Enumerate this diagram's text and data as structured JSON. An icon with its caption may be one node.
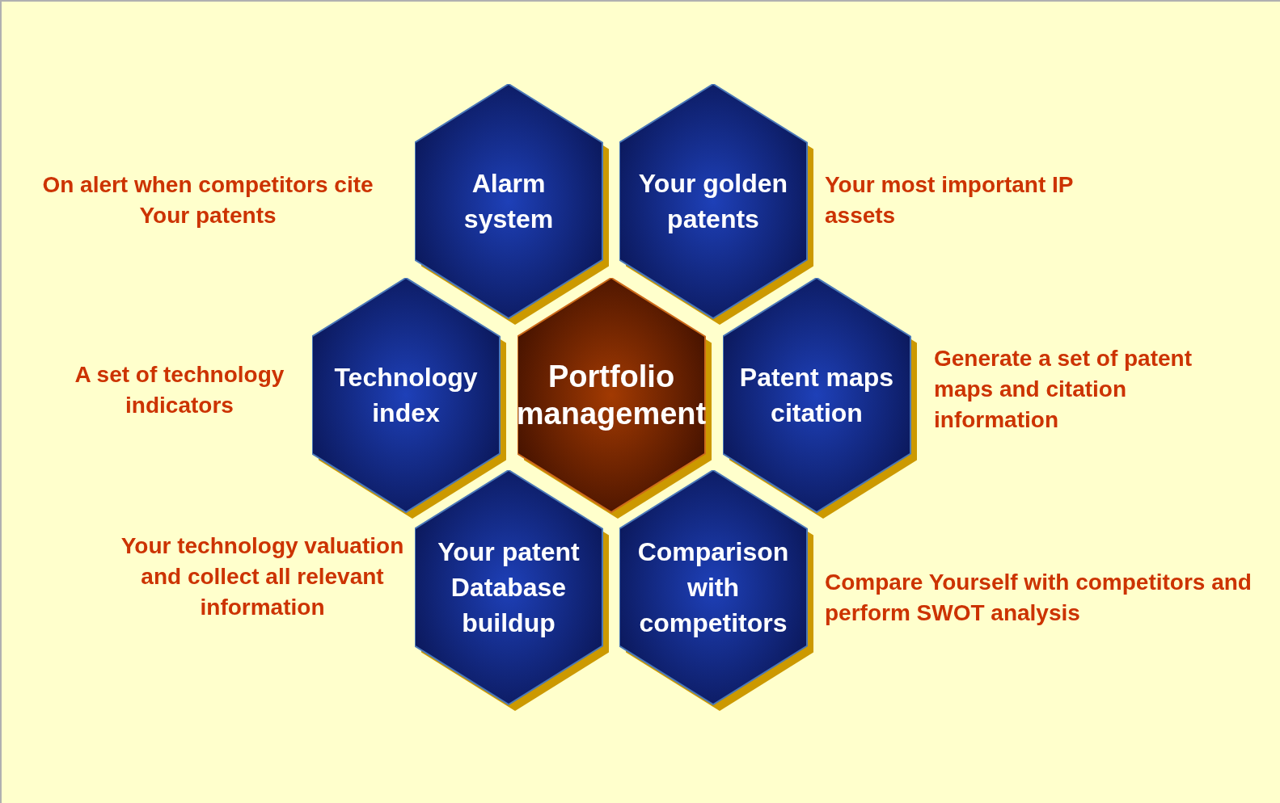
{
  "diagram": {
    "nodes": [
      {
        "text": [
          "Alarm system"
        ],
        "beside": [
          "On alert when competitors cite Your patents"
        ]
      },
      {
        "text": [
          "Your golden patents"
        ],
        "beside": [
          "Your most important IP assets"
        ]
      },
      {
        "text": [
          "Technology index"
        ],
        "beside": [
          "A set of technology indicators"
        ]
      },
      {
        "text": [
          "Portfolio management"
        ]
      },
      {
        "text": [
          "Patent maps citation"
        ],
        "beside": [
          "Generate a set of patent maps and citation information"
        ]
      },
      {
        "text": [
          "Your patent Database buildup"
        ],
        "beside": [
          "Your technology valuation and collect all relevant information"
        ]
      },
      {
        "text": [
          "Comparison with competitors"
        ],
        "beside": [
          "Compare Yourself with competitors and perform SWOT analysis"
        ]
      }
    ]
  }
}
